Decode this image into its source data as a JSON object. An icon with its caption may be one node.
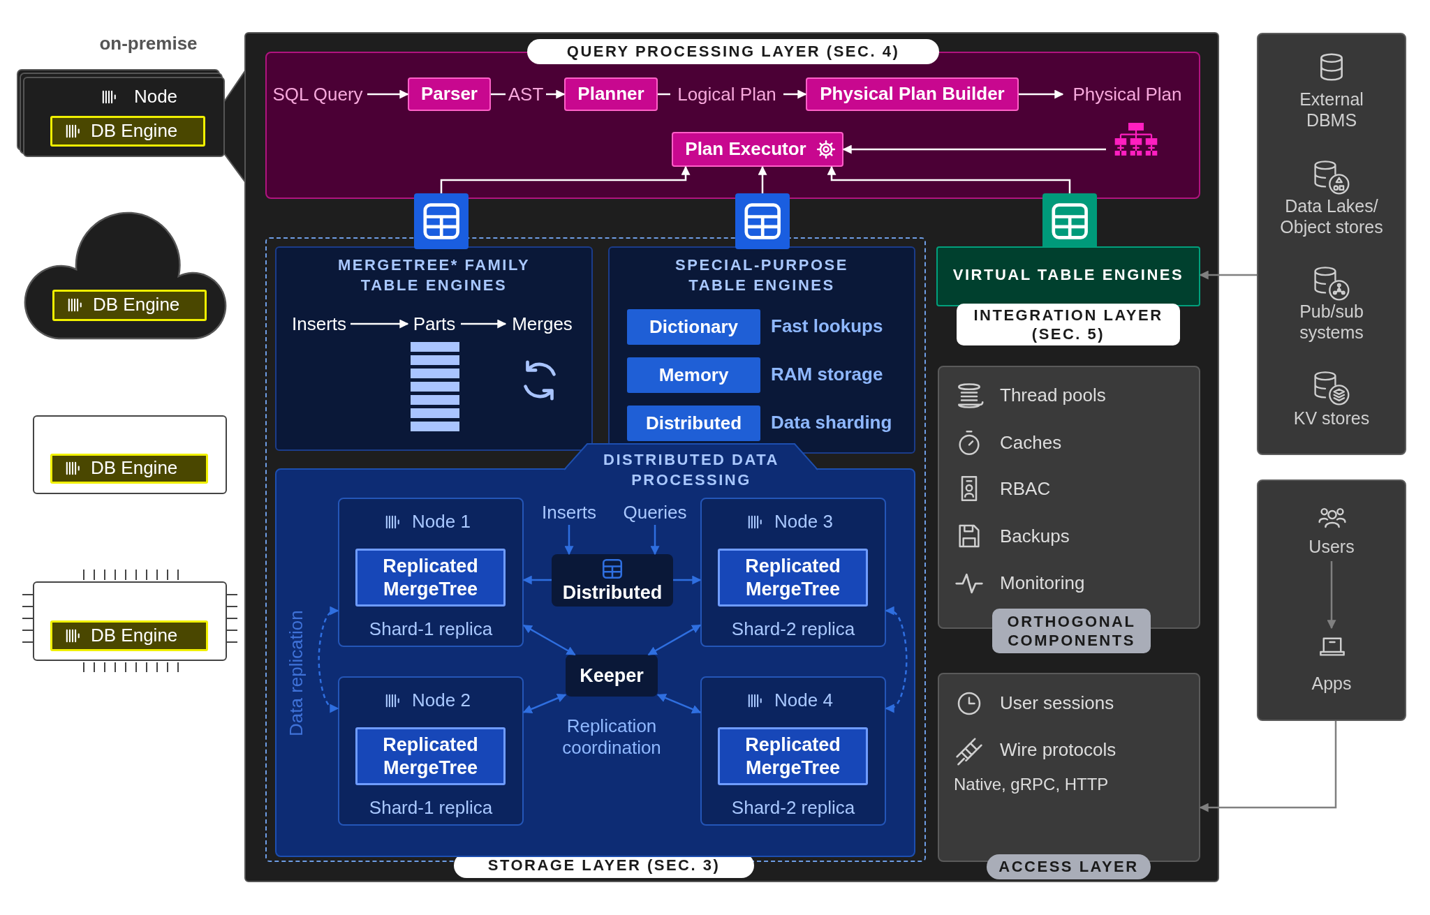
{
  "diagram": {
    "nodes": [
      {
        "text": [],
        "shape": "box"
      },
      {
        "text": [
          "QUERY PROCESSING LAYER (SEC. 4)"
        ],
        "in": 0
      },
      {
        "text": [
          "SQL Query"
        ],
        "in": 1
      },
      {
        "text": [
          "Parser"
        ],
        "in": 1
      },
      {
        "text": [
          "AST"
        ],
        "in": 1
      },
      {
        "text": [
          "Planner"
        ],
        "in": 1
      },
      {
        "text": [
          "Logical Plan"
        ],
        "in": 1
      },
      {
        "text": [
          "Physical Plan Builder"
        ],
        "in": 1
      },
      {
        "text": [
          "Physical Plan"
        ],
        "in": 1
      },
      {
        "text": [
          "Plan Executor"
        ],
        "in": 1
      },
      {
        "text": [],
        "shape": "picture",
        "in": 1
      },
      {
        "text": [
          "STORAGE LAYER (SEC. 3)"
        ],
        "in": 0
      },
      {
        "text": [],
        "shape": "picture",
        "in": 0
      },
      {
        "text": [],
        "shape": "picture",
        "in": 0
      },
      {
        "text": [],
        "shape": "picture",
        "in": 0
      },
      {
        "text": [
          "MERGETREE* FAMILY TABLE ENGINES"
        ],
        "in": 11
      },
      {
        "text": [
          "Inserts"
        ],
        "in": 15
      },
      {
        "text": [
          "Parts"
        ],
        "in": 15
      },
      {
        "text": [
          "Merges"
        ],
        "in": 15
      },
      {
        "text": [
          "SPECIAL-PURPOSE TABLE ENGINES"
        ],
        "in": 11
      },
      {
        "text": [
          "Dictionary"
        ],
        "in": 19,
        "beside": [
          "Fast lookups"
        ]
      },
      {
        "text": [
          "Memory"
        ],
        "in": 19,
        "beside": [
          "RAM storage"
        ]
      },
      {
        "text": [
          "Distributed"
        ],
        "in": 19,
        "beside": [
          "Data sharding"
        ]
      },
      {
        "text": [
          "DISTRIBUTED DATA PROCESSING"
        ],
        "in": 11
      },
      {
        "text": [
          "Node 1",
          "Shard-1 replica"
        ],
        "in": 23
      },
      {
        "text": [
          "Replicated MergeTree"
        ],
        "in": 24
      },
      {
        "text": [
          "Node 2",
          "Shard-1 replica"
        ],
        "in": 23
      },
      {
        "text": [
          "Replicated MergeTree"
        ],
        "in": 26
      },
      {
        "text": [
          "Node 3",
          "Shard-2 replica"
        ],
        "in": 23
      },
      {
        "text": [
          "Replicated MergeTree"
        ],
        "in": 28
      },
      {
        "text": [
          "Node 4",
          "Shard-2 replica"
        ],
        "in": 23
      },
      {
        "text": [
          "Replicated MergeTree"
        ],
        "in": 30
      },
      {
        "text": [
          "Inserts"
        ],
        "in": 23
      },
      {
        "text": [
          "Queries"
        ],
        "in": 23
      },
      {
        "text": [
          "Distributed"
        ],
        "in": 23
      },
      {
        "text": [
          "Keeper"
        ],
        "in": 23
      },
      {
        "text": [
          "VIRTUAL TABLE ENGINES",
          "INTEGRATION LAYER (SEC. 5)"
        ],
        "in": 0
      },
      {
        "text": [
          "Thread pools",
          "Caches",
          "RBAC",
          "Backups",
          "Monitoring",
          "ORTHOGONAL COMPONENTS"
        ],
        "in": 0
      },
      {
        "text": [
          "User sessions",
          "Wire protocols",
          "Native, gRPC, HTTP",
          "ACCESS LAYER"
        ],
        "in": 0
      },
      {
        "text": [
          "External DBMS",
          "Data Lakes/ Object stores",
          "Pub/sub systems",
          "KV stores"
        ]
      },
      {
        "text": [],
        "shape": "box"
      },
      {
        "text": [
          "Users"
        ],
        "in": 40
      },
      {
        "text": [
          "Apps"
        ],
        "in": 40
      },
      {
        "text": [
          "Node"
        ]
      },
      {
        "text": [
          "DB Engine"
        ],
        "in": 43
      },
      {
        "text": [],
        "shape": "cloud"
      },
      {
        "text": [
          "DB Engine"
        ],
        "in": 45
      },
      {
        "text": [],
        "shape": "box"
      },
      {
        "text": [
          "DB Engine"
        ],
        "in": 47
      },
      {
        "text": [],
        "shape": "box"
      },
      {
        "text": [
          "DB Engine"
        ],
        "in": 49
      }
    ],
    "edges": [
      {
        "from": 2,
        "to": 3,
        "arrow": "to"
      },
      {
        "from": 3,
        "to": 4,
        "arrow": "none"
      },
      {
        "from": 4,
        "to": 5,
        "arrow": "to"
      },
      {
        "from": 5,
        "to": 6,
        "arrow": "none"
      },
      {
        "from": 6,
        "to": 7,
        "arrow": "to"
      },
      {
        "from": 7,
        "to": 8,
        "arrow": "to"
      },
      {
        "from": 10,
        "to": 9,
        "arrow": "to"
      },
      {
        "from": 12,
        "to": 9,
        "arrow": "to"
      },
      {
        "from": 13,
        "to": 9,
        "arrow": "to"
      },
      {
        "from": 14,
        "to": 9,
        "arrow": "to"
      },
      {
        "from": 16,
        "to": 17,
        "arrow": "to"
      },
      {
        "from": 17,
        "to": 18,
        "arrow": "to"
      },
      {
        "from": 32,
        "to": 34,
        "arrow": "to",
        "color": "#2f6fe0"
      },
      {
        "from": 33,
        "to": 34,
        "arrow": "to",
        "color": "#2f6fe0"
      },
      {
        "from": 34,
        "to": 24,
        "arrow": "to",
        "color": "#2f6fe0"
      },
      {
        "from": 34,
        "to": 28,
        "arrow": "to",
        "color": "#2f6fe0"
      },
      {
        "from": 35,
        "to": 24,
        "arrow": "both",
        "color": "#2f6fe0"
      },
      {
        "from": 35,
        "to": 26,
        "arrow": "both",
        "color": "#2f6fe0"
      },
      {
        "from": 35,
        "to": 28,
        "arrow": "both",
        "color": "#2f6fe0"
      },
      {
        "from": 35,
        "to": 30,
        "arrow": "both",
        "color": "#2f6fe0"
      },
      {
        "from": 24,
        "to": 26,
        "arrow": "both",
        "style": "dashed",
        "color": "#2f6fe0"
      },
      {
        "from": 28,
        "to": 30,
        "arrow": "both",
        "style": "dashed",
        "color": "#2f6fe0"
      },
      {
        "from": 39,
        "to": 36,
        "arrow": "to",
        "color": "#808080"
      },
      {
        "from": 41,
        "to": 42,
        "arrow": "to",
        "color": "#808080"
      },
      {
        "from": 40,
        "to": 38,
        "arrow": "to",
        "color": "#808080"
      }
    ],
    "labels": [
      "on-premise",
      "Data replication",
      "Replication coordination"
    ]
  }
}
